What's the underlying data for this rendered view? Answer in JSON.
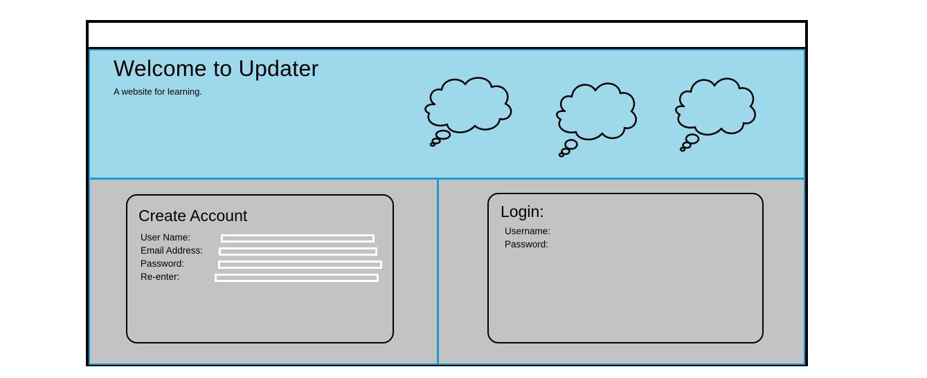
{
  "header": {
    "title": "Welcome to Updater",
    "subtitle": "A website for learning."
  },
  "create_account": {
    "title": "Create Account",
    "fields": [
      {
        "label": "User Name:",
        "value": ""
      },
      {
        "label": "Email Address:",
        "value": ""
      },
      {
        "label": "Password:",
        "value": ""
      },
      {
        "label": "Re-enter:",
        "value": ""
      }
    ]
  },
  "login": {
    "title": "Login:",
    "fields": [
      {
        "label": "Username:"
      },
      {
        "label": "Password:"
      }
    ]
  },
  "icons": [
    "thought-cloud-icon",
    "thought-cloud-icon",
    "thought-cloud-icon"
  ],
  "colors": {
    "header_bg": "#9dd9eb",
    "panel_bg": "#c3c3c3",
    "accent_border": "#1a9ad6",
    "frame": "#000000",
    "input_border": "#ffffff"
  }
}
